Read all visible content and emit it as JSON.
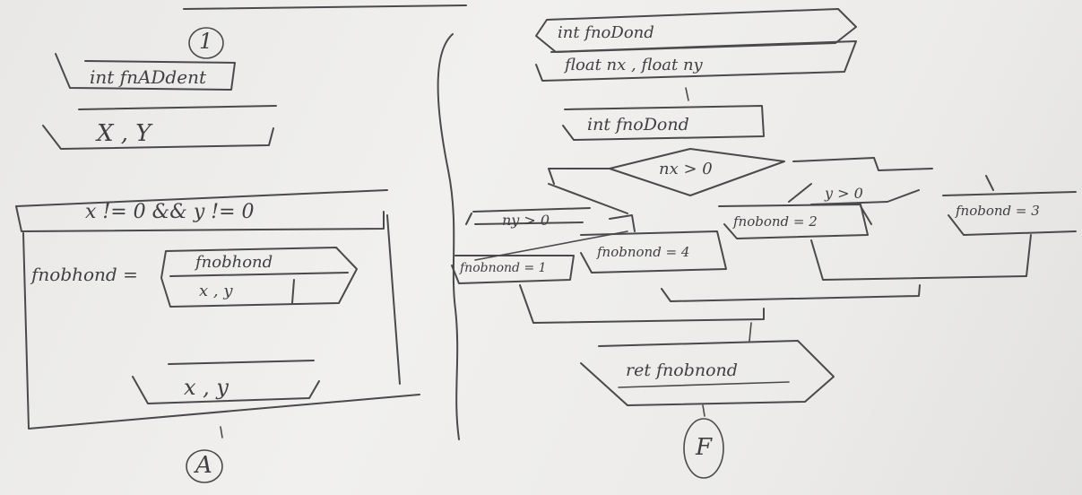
{
  "ink_color": "#4a4a4e",
  "paper_color": "#eceae8",
  "part_one": {
    "marker": "1",
    "header_line": "int fnADdent",
    "params_line": "X , Y"
  },
  "part_a": {
    "condition": "x != 0 && y != 0",
    "assign_left": "fnobhond =",
    "call_name": "fnobhond",
    "call_args": "x , y",
    "output_args": "x , y",
    "marker": "A"
  },
  "part_f": {
    "header_line": "int fnoDond",
    "params_line": "float nx , float ny",
    "declaration": "int fnoDond",
    "outer_condition": "nx > 0",
    "inner_left_condition": "ny > 0",
    "inner_right_condition": "y > 0",
    "assign_1": "fnobnond = 1",
    "assign_4": "fnobnond = 4",
    "assign_2": "fnobond = 2",
    "assign_3": "fnobond = 3",
    "return_line": "ret fnobnond",
    "marker": "F"
  }
}
